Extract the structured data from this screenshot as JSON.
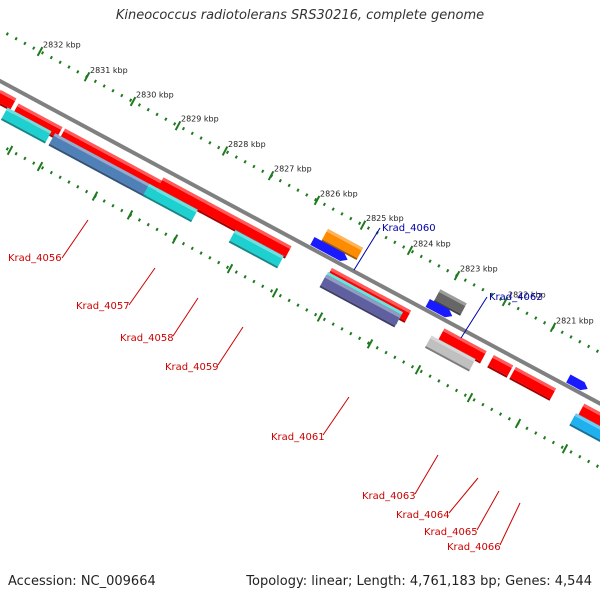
{
  "title": "Kineococcus radiotolerans SRS30216, complete genome",
  "footer": {
    "accession": "Accession: NC_009664",
    "stats": "Topology: linear; Length: 4,761,183 bp; Genes: 4,544"
  },
  "colors": {
    "backbone": "#808080",
    "ticks": "#1f7a1f",
    "red_label": "#cc0000",
    "blue_label": "#0000aa",
    "gene_red": "#ff0000",
    "gene_cyan": "#1fd0d0",
    "gene_blue": "#1a1aff",
    "gene_orange": "#ff8c00",
    "gene_steel": "#4f81b8",
    "gene_gray": "#666666",
    "gene_light_gray": "#c0c0c0",
    "gene_sky": "#1fb0f0"
  },
  "kbp_ticks": [
    "2832 kbp",
    "2831 kbp",
    "2830 kbp",
    "2829 kbp",
    "2828 kbp",
    "2827 kbp",
    "2826 kbp",
    "2825 kbp",
    "2824 kbp",
    "2823 kbp",
    "2822 kbp",
    "2821 kbp"
  ],
  "genes": [
    {
      "name": "Krad_4056",
      "color": "red_label"
    },
    {
      "name": "Krad_4057",
      "color": "red_label"
    },
    {
      "name": "Krad_4058",
      "color": "red_label"
    },
    {
      "name": "Krad_4059",
      "color": "red_label"
    },
    {
      "name": "Krad_4060",
      "color": "blue_label"
    },
    {
      "name": "Krad_4061",
      "color": "red_label"
    },
    {
      "name": "Krad_4062",
      "color": "blue_label"
    },
    {
      "name": "Krad_4063",
      "color": "red_label"
    },
    {
      "name": "Krad_4064",
      "color": "red_label"
    },
    {
      "name": "Krad_4065",
      "color": "red_label"
    },
    {
      "name": "Krad_4066",
      "color": "red_label"
    }
  ]
}
